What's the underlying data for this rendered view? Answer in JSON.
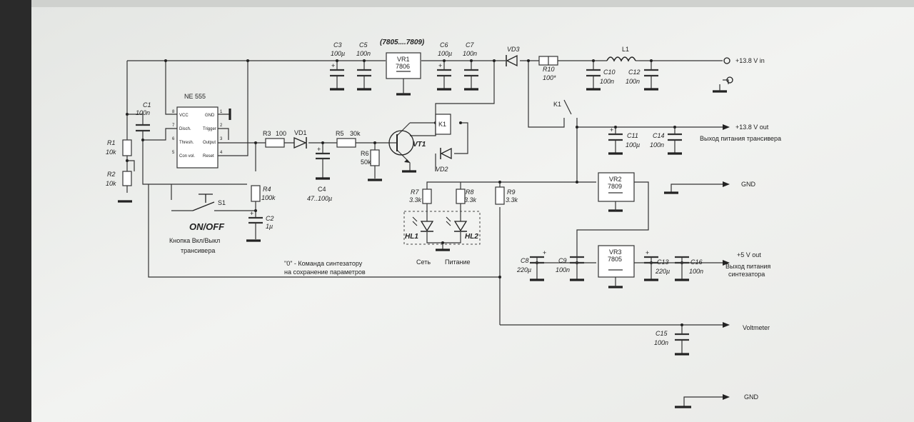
{
  "ic": {
    "name": "NE 555",
    "pins_left": [
      "VCC",
      "Disch.",
      "Thresh.",
      "Con vol."
    ],
    "pins_right": [
      "GND",
      "Trigger",
      "Output",
      "Reset"
    ],
    "pin_nums_left": [
      "8",
      "7",
      "6",
      "5"
    ],
    "pin_nums_right": [
      "1",
      "2",
      "3",
      "4"
    ]
  },
  "components": {
    "r1": {
      "ref": "R1",
      "val": "10k"
    },
    "r2": {
      "ref": "R2",
      "val": "10k"
    },
    "c1": {
      "ref": "C1",
      "val": "100n"
    },
    "r3": {
      "ref": "R3",
      "val": "100"
    },
    "vd1": {
      "ref": "VD1"
    },
    "r5": {
      "ref": "R5",
      "val": "30k"
    },
    "r6": {
      "ref": "R6",
      "val": "50k"
    },
    "vt1": {
      "ref": "VT1"
    },
    "c4": {
      "ref": "C4",
      "val": "47..100µ"
    },
    "r4": {
      "ref": "R4",
      "val": "100k"
    },
    "c2": {
      "ref": "C2",
      "val": "1µ"
    },
    "s1": {
      "ref": "S1"
    },
    "c3": {
      "ref": "C3",
      "val": "100µ"
    },
    "c5": {
      "ref": "C5",
      "val": "100n"
    },
    "vr1": {
      "ref": "VR1",
      "val": "7806",
      "note": "(7805....7809)"
    },
    "c6": {
      "ref": "C6",
      "val": "100µ"
    },
    "c7": {
      "ref": "C7",
      "val": "100n"
    },
    "vd3": {
      "ref": "VD3"
    },
    "r10": {
      "ref": "R10",
      "val": "100*"
    },
    "l1": {
      "ref": "L1"
    },
    "c10": {
      "ref": "C10",
      "val": "100n"
    },
    "c12": {
      "ref": "C12",
      "val": "100n"
    },
    "k1": {
      "ref": "K1"
    },
    "k1b": {
      "ref": "K1"
    },
    "vd2": {
      "ref": "VD2"
    },
    "c11": {
      "ref": "C11",
      "val": "100µ"
    },
    "c14": {
      "ref": "C14",
      "val": "100n"
    },
    "r7": {
      "ref": "R7",
      "val": "3.3k"
    },
    "r8": {
      "ref": "R8",
      "val": "3.3k"
    },
    "r9": {
      "ref": "R9",
      "val": "3.3k"
    },
    "hl1": {
      "ref": "HL1"
    },
    "hl2": {
      "ref": "HL2"
    },
    "vr2": {
      "ref": "VR2",
      "val": "7809"
    },
    "vr3": {
      "ref": "VR3",
      "val": "7805"
    },
    "c8": {
      "ref": "C8",
      "val": "220µ"
    },
    "c9": {
      "ref": "C9",
      "val": "100n"
    },
    "c13": {
      "ref": "C13",
      "val": "220µ"
    },
    "c16": {
      "ref": "C16",
      "val": "100n"
    },
    "c15": {
      "ref": "C15",
      "val": "100n"
    }
  },
  "terminals": {
    "in": "+13.8 V in",
    "out": "+13.8 V out",
    "out_desc": "Выход питания трансивера",
    "gnd1": "GND",
    "v5": "+5 V out",
    "v5_desc_1": "Выход питания",
    "v5_desc_2": "синтезатора",
    "voltmeter": "Voltmeter",
    "gnd2": "GND"
  },
  "notes": {
    "onoff": "ON/OFF",
    "button_1": "Кнопка Вкл/Выкл",
    "button_2": "трансивера",
    "cmd_1": "\"0\" -  Команда синтезатору",
    "cmd_2": "на сохранение параметров",
    "hl1_name": "Сеть",
    "hl2_name": "Питание"
  }
}
